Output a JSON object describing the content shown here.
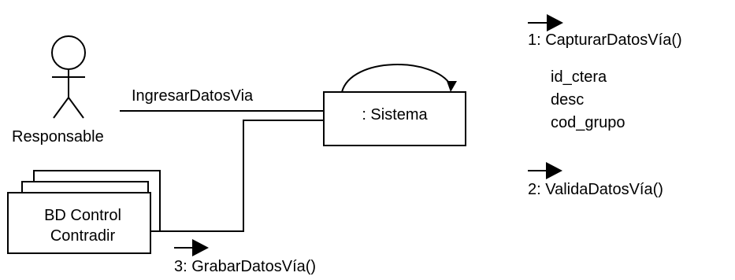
{
  "actor": {
    "name": "Responsable"
  },
  "object": {
    "name": ": Sistema"
  },
  "datastore": {
    "line1": "BD Control",
    "line2": "Contradir"
  },
  "links": {
    "actor_to_system": "IngresarDatosVia"
  },
  "messages": [
    {
      "label": "1: CapturarDatosVía()"
    },
    {
      "label": "2: ValidaDatosVía()"
    },
    {
      "label": "3: GrabarDatosVía()"
    }
  ],
  "parameters": [
    "id_ctera",
    "desc",
    "cod_grupo"
  ],
  "colors": {
    "stroke": "#000000",
    "background": "#ffffff"
  }
}
